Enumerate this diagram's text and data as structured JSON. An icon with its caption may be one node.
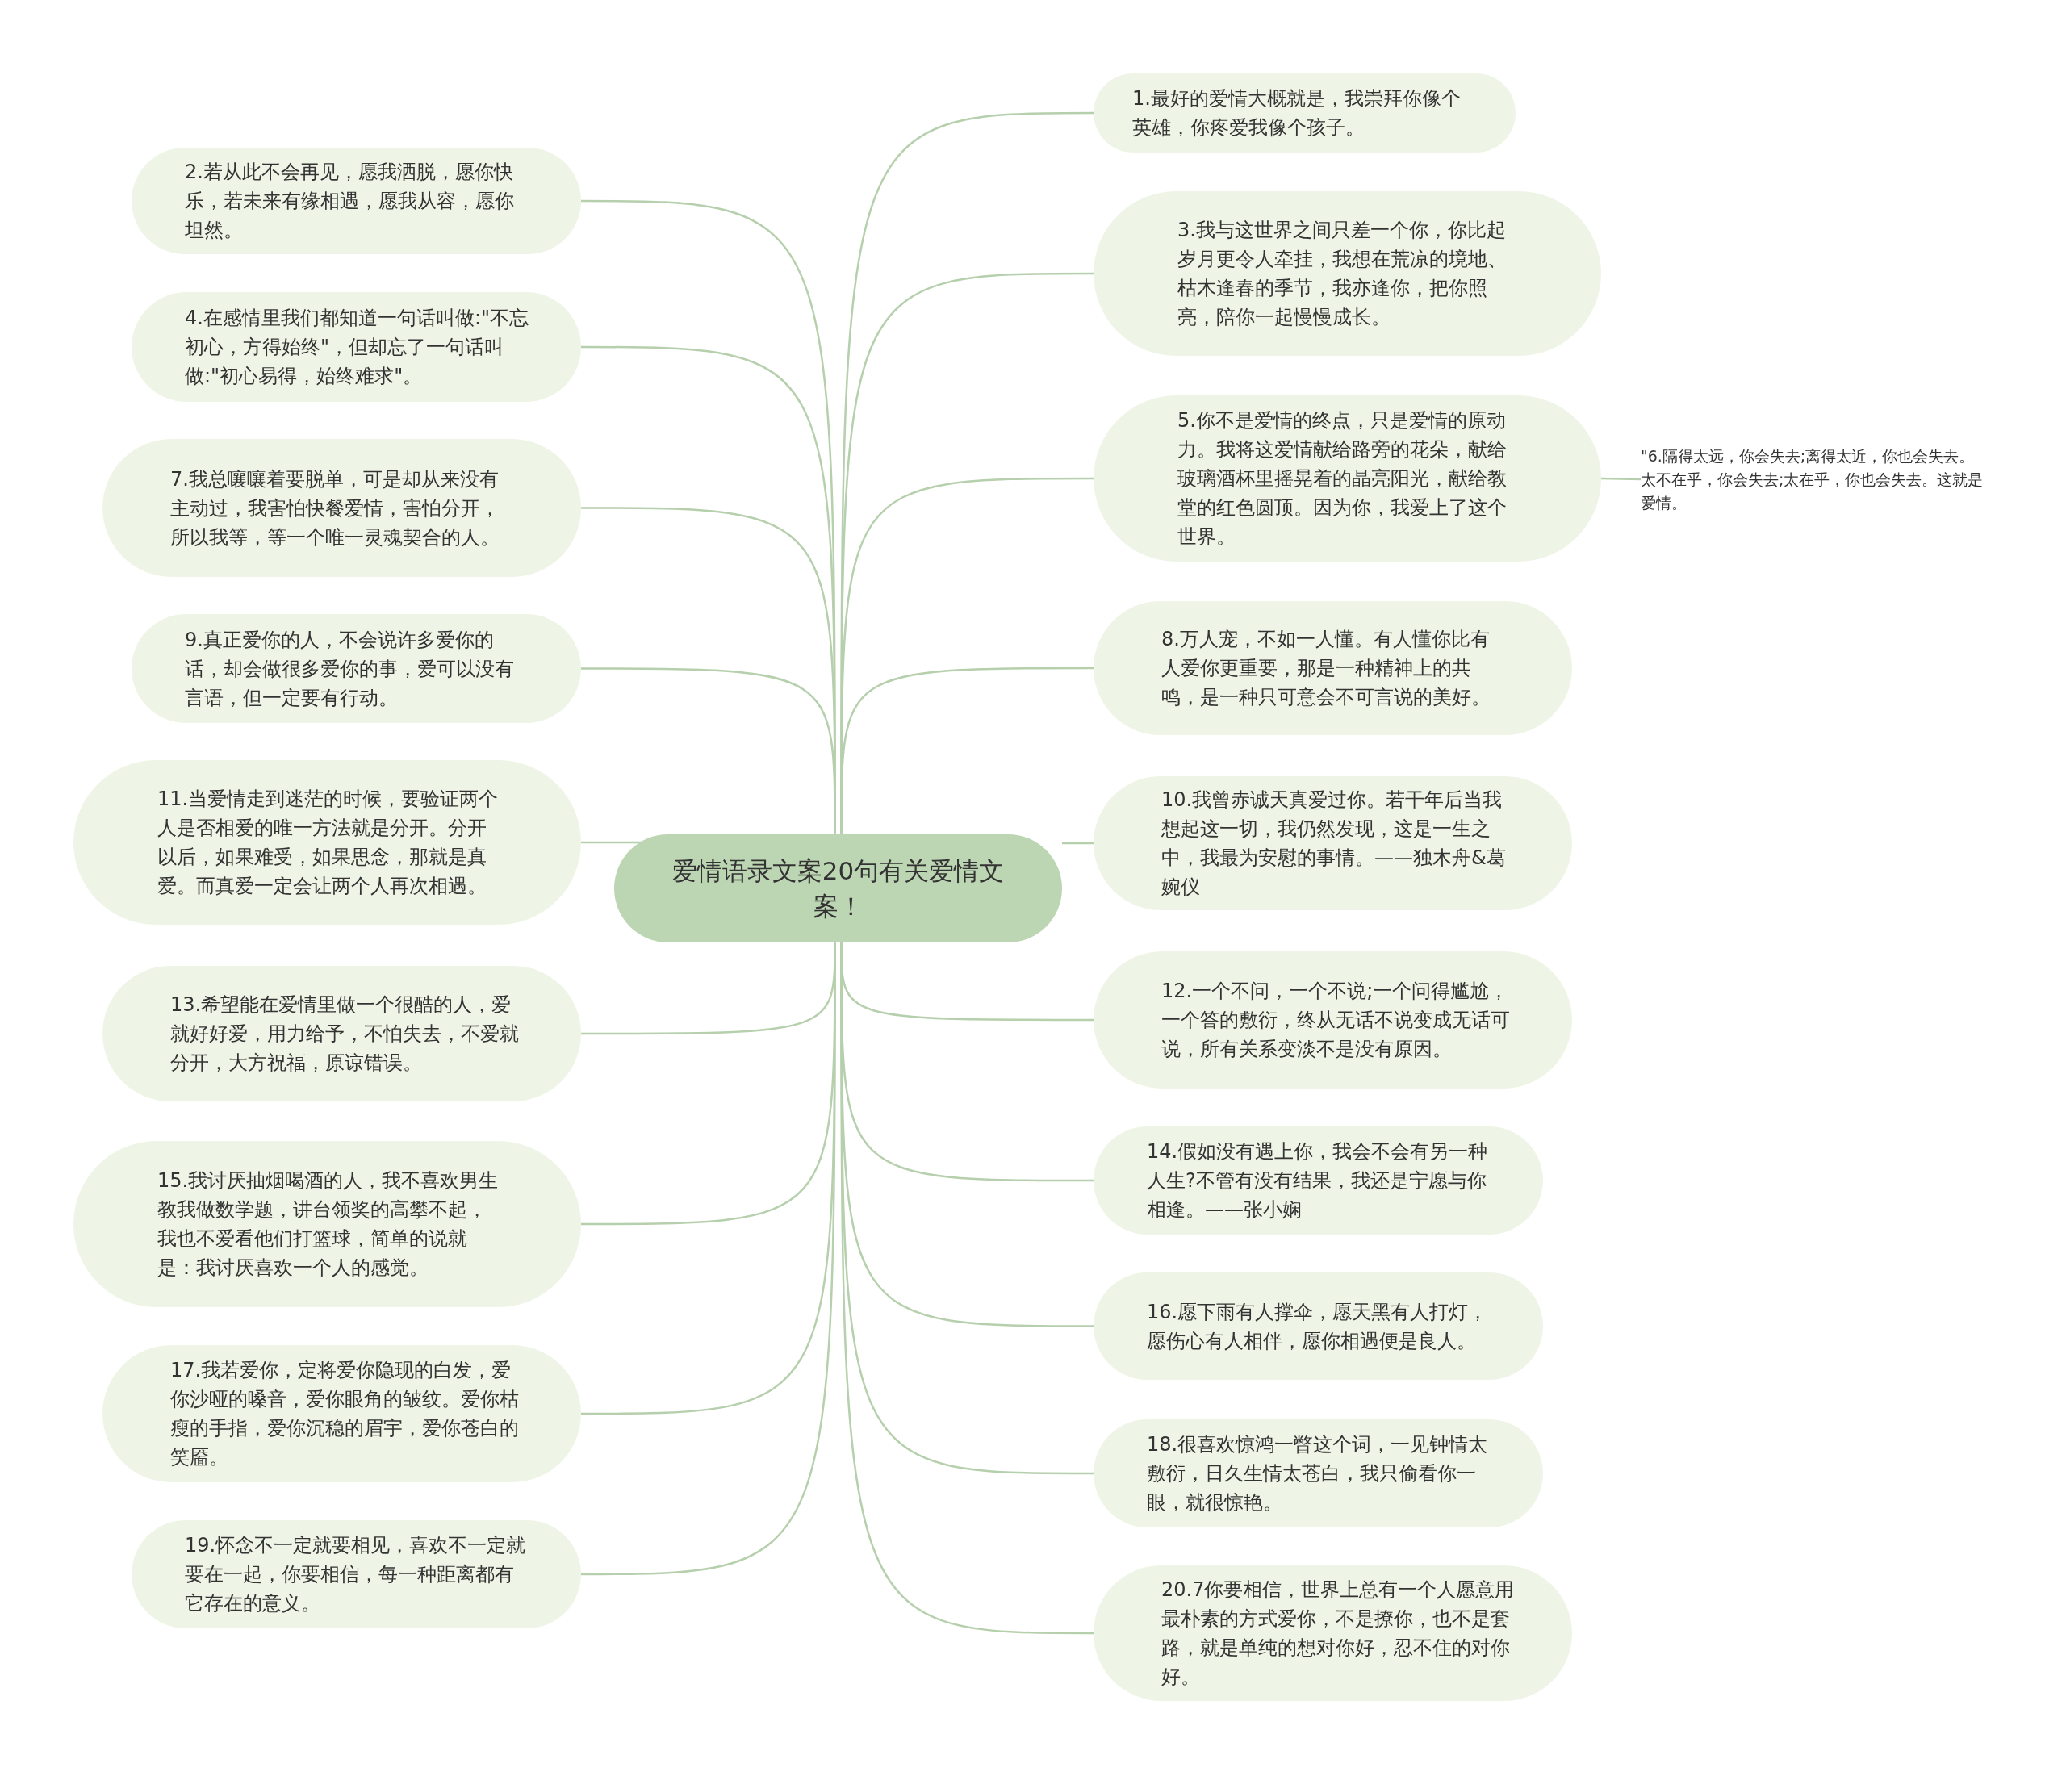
{
  "diagram": {
    "nodes": [
      {
        "text": [
          "爱情语录文案20句有关爱情文案！"
        ]
      },
      {
        "text": [
          "1.最好的爱情大概就是，我崇拜你像个英雄，你疼爱我像个孩子。"
        ]
      },
      {
        "text": [
          "2.若从此不会再见，愿我洒脱，愿你快乐，若未来有缘相遇，愿我从容，愿你坦然。"
        ]
      },
      {
        "text": [
          "3.我与这世界之间只差一个你，你比起岁月更令人牵挂，我想在荒凉的境地、枯木逢春的季节，我亦逢你，把你照亮，陪你一起慢慢成长。"
        ]
      },
      {
        "text": [
          "4.在感情里我们都知道一句话叫做:\"不忘初心，方得始终\"，但却忘了一句话叫做:\"初心易得，始终难求\"。"
        ]
      },
      {
        "text": [
          "5.你不是爱情的终点，只是爱情的原动力。我将这爱情献给路旁的花朵，献给玻璃酒杯里摇晃着的晶亮阳光，献给教堂的红色圆顶。因为你，我爱上了这个世界。"
        ]
      },
      {
        "text": [
          "\"6.隔得太远，你会失去;离得太近，你也会失去。太不在乎，你会失去;太在乎，你也会失去。这就是爱情。"
        ]
      },
      {
        "text": [
          "7.我总嚷嚷着要脱单，可是却从来没有主动过，我害怕快餐爱情，害怕分开，所以我等，等一个唯一灵魂契合的人。"
        ]
      },
      {
        "text": [
          "8.万人宠，不如一人懂。有人懂你比有人爱你更重要，那是一种精神上的共鸣，是一种只可意会不可言说的美好。"
        ]
      },
      {
        "text": [
          "9.真正爱你的人，不会说许多爱你的话，却会做很多爱你的事，爱可以没有言语，但一定要有行动。"
        ]
      },
      {
        "text": [
          "10.我曾赤诚天真爱过你。若干年后当我想起这一切，我仍然发现，这是一生之中，我最为安慰的事情。——独木舟&葛婉仪"
        ]
      },
      {
        "text": [
          "11.当爱情走到迷茫的时候，要验证两个人是否相爱的唯一方法就是分开。分开以后，如果难受，如果思念，那就是真爱。而真爱一定会让两个人再次相遇。"
        ]
      },
      {
        "text": [
          "12.一个不问，一个不说;一个问得尴尬，一个答的敷衍，终从无话不说变成无话可说，所有关系变淡不是没有原因。"
        ]
      },
      {
        "text": [
          "13.希望能在爱情里做一个很酷的人，爱就好好爱，用力给予，不怕失去，不爱就分开，大方祝福，原谅错误。"
        ]
      },
      {
        "text": [
          "14.假如没有遇上你，我会不会有另一种人生?不管有没有结果，我还是宁愿与你相逢。——张小娴"
        ]
      },
      {
        "text": [
          "15.我讨厌抽烟喝酒的人，我不喜欢男生教我做数学题，讲台领奖的高攀不起，我也不爱看他们打篮球，简单的说就是：我讨厌喜欢一个人的感觉。"
        ]
      },
      {
        "text": [
          "16.愿下雨有人撑伞，愿天黑有人打灯，愿伤心有人相伴，愿你相遇便是良人。"
        ]
      },
      {
        "text": [
          "17.我若爱你，定将爱你隐现的白发，爱你沙哑的嗓音，爱你眼角的皱纹。爱你枯瘦的手指，爱你沉稳的眉宇，爱你苍白的笑靥。"
        ]
      },
      {
        "text": [
          "18.很喜欢惊鸿一瞥这个词，一见钟情太敷衍，日久生情太苍白，我只偷看你一眼，就很惊艳。"
        ]
      },
      {
        "text": [
          "19.怀念不一定就要相见，喜欢不一定就要在一起，你要相信，每一种距离都有它存在的意义。"
        ]
      },
      {
        "text": [
          "20.7你要相信，世界上总有一个人愿意用最朴素的方式爱你，不是撩你，也不是套路，就是单纯的想对你好，忍不住的对你好。"
        ]
      }
    ],
    "edges": [
      {
        "from": 0,
        "to": 1,
        "arrow": "none"
      },
      {
        "from": 0,
        "to": 2,
        "arrow": "none"
      },
      {
        "from": 0,
        "to": 3,
        "arrow": "none"
      },
      {
        "from": 0,
        "to": 4,
        "arrow": "none"
      },
      {
        "from": 0,
        "to": 5,
        "arrow": "none"
      },
      {
        "from": 5,
        "to": 6,
        "arrow": "none"
      },
      {
        "from": 0,
        "to": 7,
        "arrow": "none"
      },
      {
        "from": 0,
        "to": 8,
        "arrow": "none"
      },
      {
        "from": 0,
        "to": 9,
        "arrow": "none"
      },
      {
        "from": 0,
        "to": 10,
        "arrow": "none"
      },
      {
        "from": 0,
        "to": 11,
        "arrow": "none"
      },
      {
        "from": 0,
        "to": 12,
        "arrow": "none"
      },
      {
        "from": 0,
        "to": 13,
        "arrow": "none"
      },
      {
        "from": 0,
        "to": 14,
        "arrow": "none"
      },
      {
        "from": 0,
        "to": 15,
        "arrow": "none"
      },
      {
        "from": 0,
        "to": 16,
        "arrow": "none"
      },
      {
        "from": 0,
        "to": 17,
        "arrow": "none"
      },
      {
        "from": 0,
        "to": 18,
        "arrow": "none"
      },
      {
        "from": 0,
        "to": 19,
        "arrow": "none"
      },
      {
        "from": 0,
        "to": 20,
        "arrow": "none"
      }
    ]
  }
}
